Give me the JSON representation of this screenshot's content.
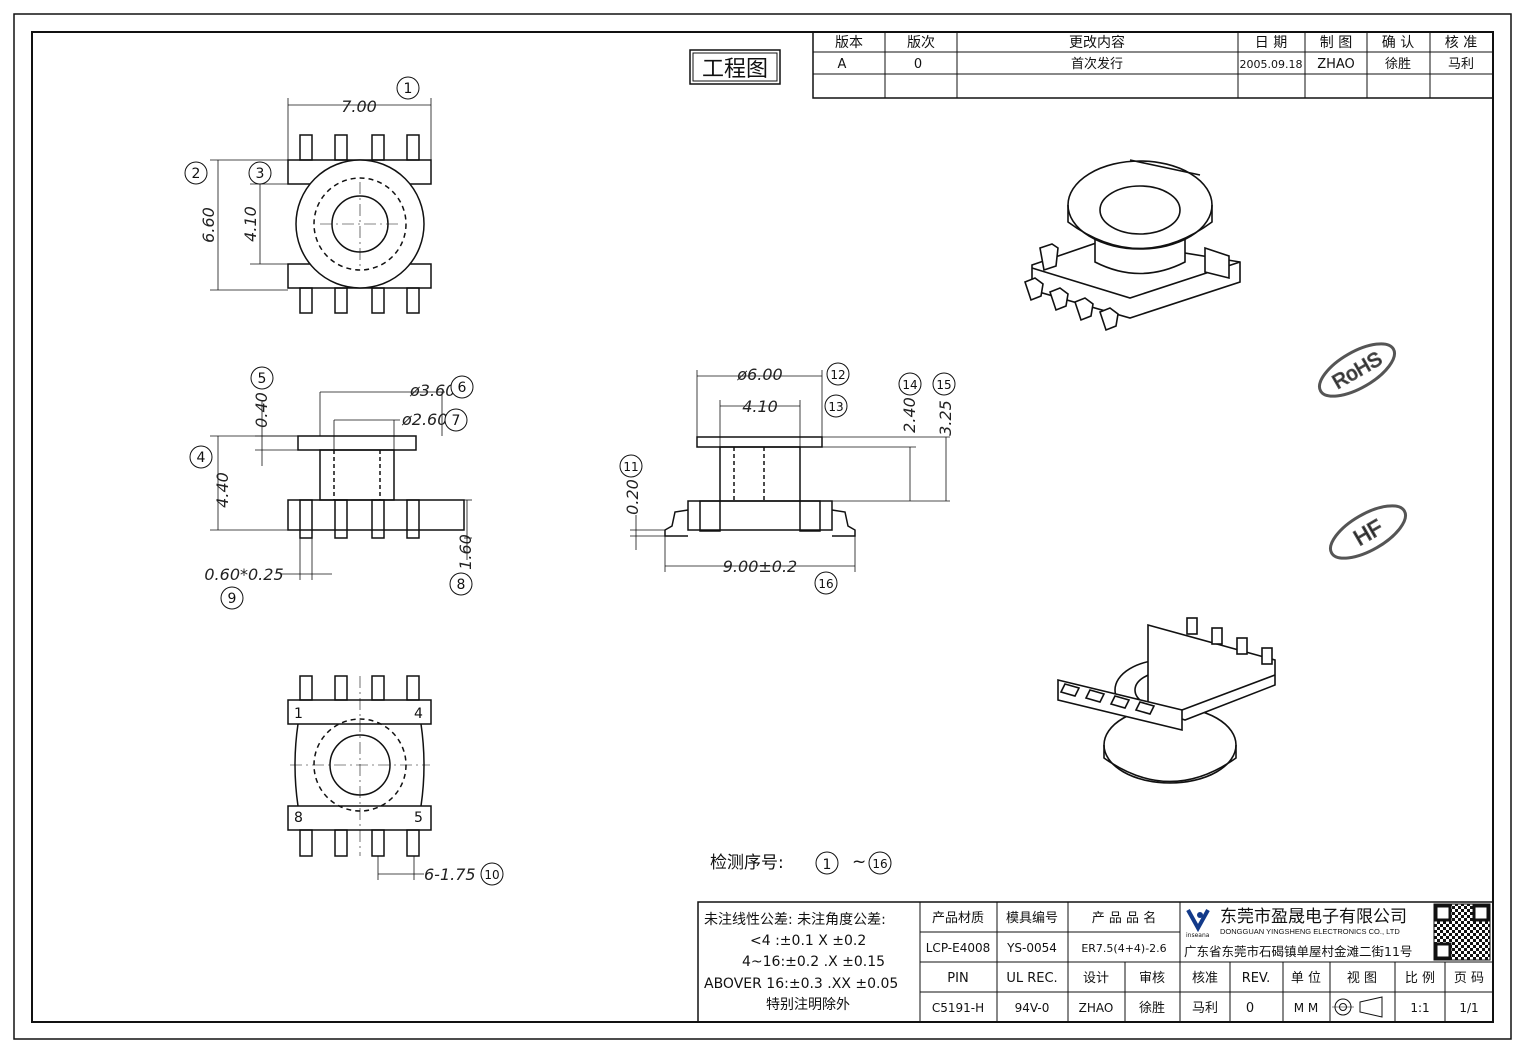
{
  "drawing_badge": "工程图",
  "revision_table": {
    "headers": [
      "版本",
      "版次",
      "更改内容",
      "日 期",
      "制 图",
      "确 认",
      "核 准"
    ],
    "row": [
      "A",
      "0",
      "首次发行",
      "2005.09.18",
      "ZHAO",
      "徐胜",
      "马利"
    ]
  },
  "dims": {
    "d1": "7.00",
    "d2": "6.60",
    "d3": "4.10",
    "d4": "4.40",
    "d5": "0.40",
    "d6": "ø3.60",
    "d7": "ø2.60",
    "d8": "1.60",
    "d9": "0.60*0.25",
    "d10": "6-1.75",
    "d11": "0.20",
    "d12": "ø6.00",
    "d13": "4.10",
    "d14": "2.40",
    "d15": "3.25",
    "d16": "9.00±0.2"
  },
  "balloons": [
    "1",
    "2",
    "3",
    "4",
    "5",
    "6",
    "7",
    "8",
    "9",
    "10",
    "11",
    "12",
    "13",
    "14",
    "15",
    "16"
  ],
  "pin_labels": {
    "p1": "1",
    "p4": "4",
    "p8": "8",
    "p5": "5"
  },
  "marks": {
    "rohs": "RoHS",
    "hf": "HF"
  },
  "inspection": {
    "label": "检测序号:",
    "from": "1",
    "sep": "~",
    "to": "16"
  },
  "tolerances": {
    "title": "未注线性公差:  未注角度公差:",
    "l1": "<4 :±0.1  X ±0.2",
    "l2": "4~16:±0.2  .X ±0.15",
    "l3": "ABOVER 16:±0.3  .XX ±0.05",
    "l4": "特别注明除外"
  },
  "title_block": {
    "h_material": "产品材质",
    "h_mold": "模具编号",
    "h_product": "产 品 品 名",
    "material": "LCP-E4008",
    "mold": "YS-0054",
    "product": "ER7.5(4+4)-2.6",
    "h_pin": "PIN",
    "h_ul": "UL REC.",
    "h_design": "设计",
    "h_review": "审核",
    "h_approve": "核准",
    "h_rev": "REV.",
    "h_unit": "单 位",
    "h_view": "视 图",
    "h_scale": "比 例",
    "h_page": "页 码",
    "pin": "C5191-H",
    "ul": "94V-0",
    "design": "ZHAO",
    "review": "徐胜",
    "approve": "马利",
    "rev": "0",
    "unit": "M M",
    "scale": "1:1",
    "page": "1/1",
    "company_cn": "东莞市盈晟电子有限公司",
    "company_en": "DONGGUAN YINGSHENG ELECTRONICS CO., LTD",
    "address": "广东省东莞市石碣镇单屋村金滩二街11号",
    "logo_text": "inseana"
  }
}
